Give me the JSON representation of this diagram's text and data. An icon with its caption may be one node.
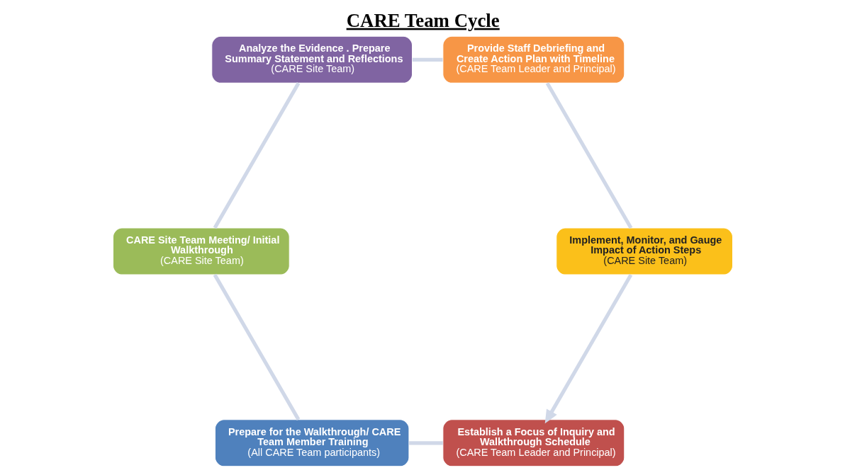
{
  "diagram": {
    "title": "CARE Team Cycle",
    "nodes": [
      {
        "text": [
          "Establish a Focus of Inquiry and Walkthrough Schedule",
          "(CARE Team Leader and Principal)"
        ]
      },
      {
        "text": [
          "Prepare for the Walkthrough/ CARE Team Member Training",
          "(All CARE Team participants)"
        ]
      },
      {
        "text": [
          "CARE Site Team Meeting/ Initial Walkthrough",
          "(CARE Site Team)"
        ]
      },
      {
        "text": [
          "Analyze the Evidence . Prepare Summary Statement and Reflections",
          "(CARE Site Team)"
        ]
      },
      {
        "text": [
          "Provide Staff Debriefing and Create Action Plan with Timeline",
          "(CARE Team Leader and Principal)"
        ]
      },
      {
        "text": [
          "Implement, Monitor, and Gauge Impact of Action Steps",
          "(CARE Site Team)"
        ]
      }
    ],
    "edges": [
      {
        "from": 0,
        "to": 1,
        "arrow": "none",
        "color": "#d0d8e8"
      },
      {
        "from": 1,
        "to": 2,
        "arrow": "none",
        "color": "#d0d8e8"
      },
      {
        "from": 2,
        "to": 3,
        "arrow": "none",
        "color": "#d0d8e8"
      },
      {
        "from": 3,
        "to": 4,
        "arrow": "none",
        "color": "#d0d8e8"
      },
      {
        "from": 4,
        "to": 5,
        "arrow": "none",
        "color": "#d0d8e8"
      },
      {
        "from": 5,
        "to": 0,
        "arrow": "to",
        "color": "#d0d8e8"
      }
    ]
  }
}
